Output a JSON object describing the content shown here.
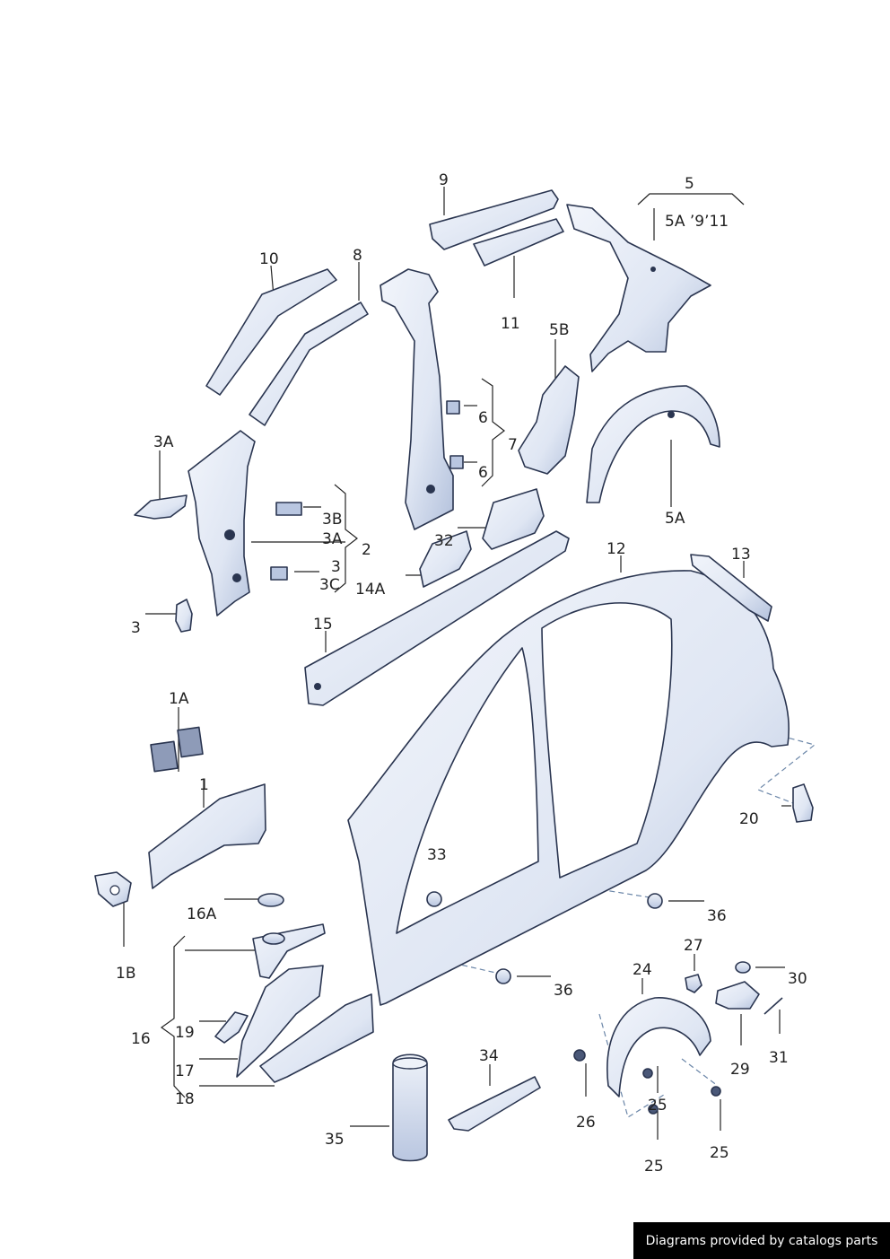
{
  "labels": {
    "l9": "9",
    "l5": "5",
    "l5a_top": "5A  ’9’11",
    "l10": "10",
    "l8": "8",
    "l11": "11",
    "l5b": "5B",
    "l6a": "6",
    "l6b": "6",
    "l7": "7",
    "l3a_top": "3A",
    "l3b": "3B",
    "l3a": "3A",
    "l2": "2",
    "l3": "3",
    "l3c": "3C",
    "l3_left": "3",
    "l32": "32",
    "l14a": "14A",
    "l5a": "5A",
    "l12": "12",
    "l13": "13",
    "l15": "15",
    "l1a": "1A",
    "l1": "1",
    "l20": "20",
    "l33": "33",
    "l36a": "36",
    "l36b": "36",
    "l1b": "1B",
    "l16a": "16A",
    "l16": "16",
    "l19": "19",
    "l17": "17",
    "l18": "18",
    "l27": "27",
    "l30": "30",
    "l24": "24",
    "l29": "29",
    "l31": "31",
    "l26": "26",
    "l25a": "25",
    "l25b": "25",
    "l25c": "25",
    "l34": "34",
    "l35": "35"
  },
  "footer": {
    "text": "Diagrams provided by catalogs parts"
  },
  "colors": {
    "panel": "#dfe6f3",
    "panel_shade": "#b3c1dc",
    "outline": "#2a3550",
    "footer_bg": "#000000"
  }
}
